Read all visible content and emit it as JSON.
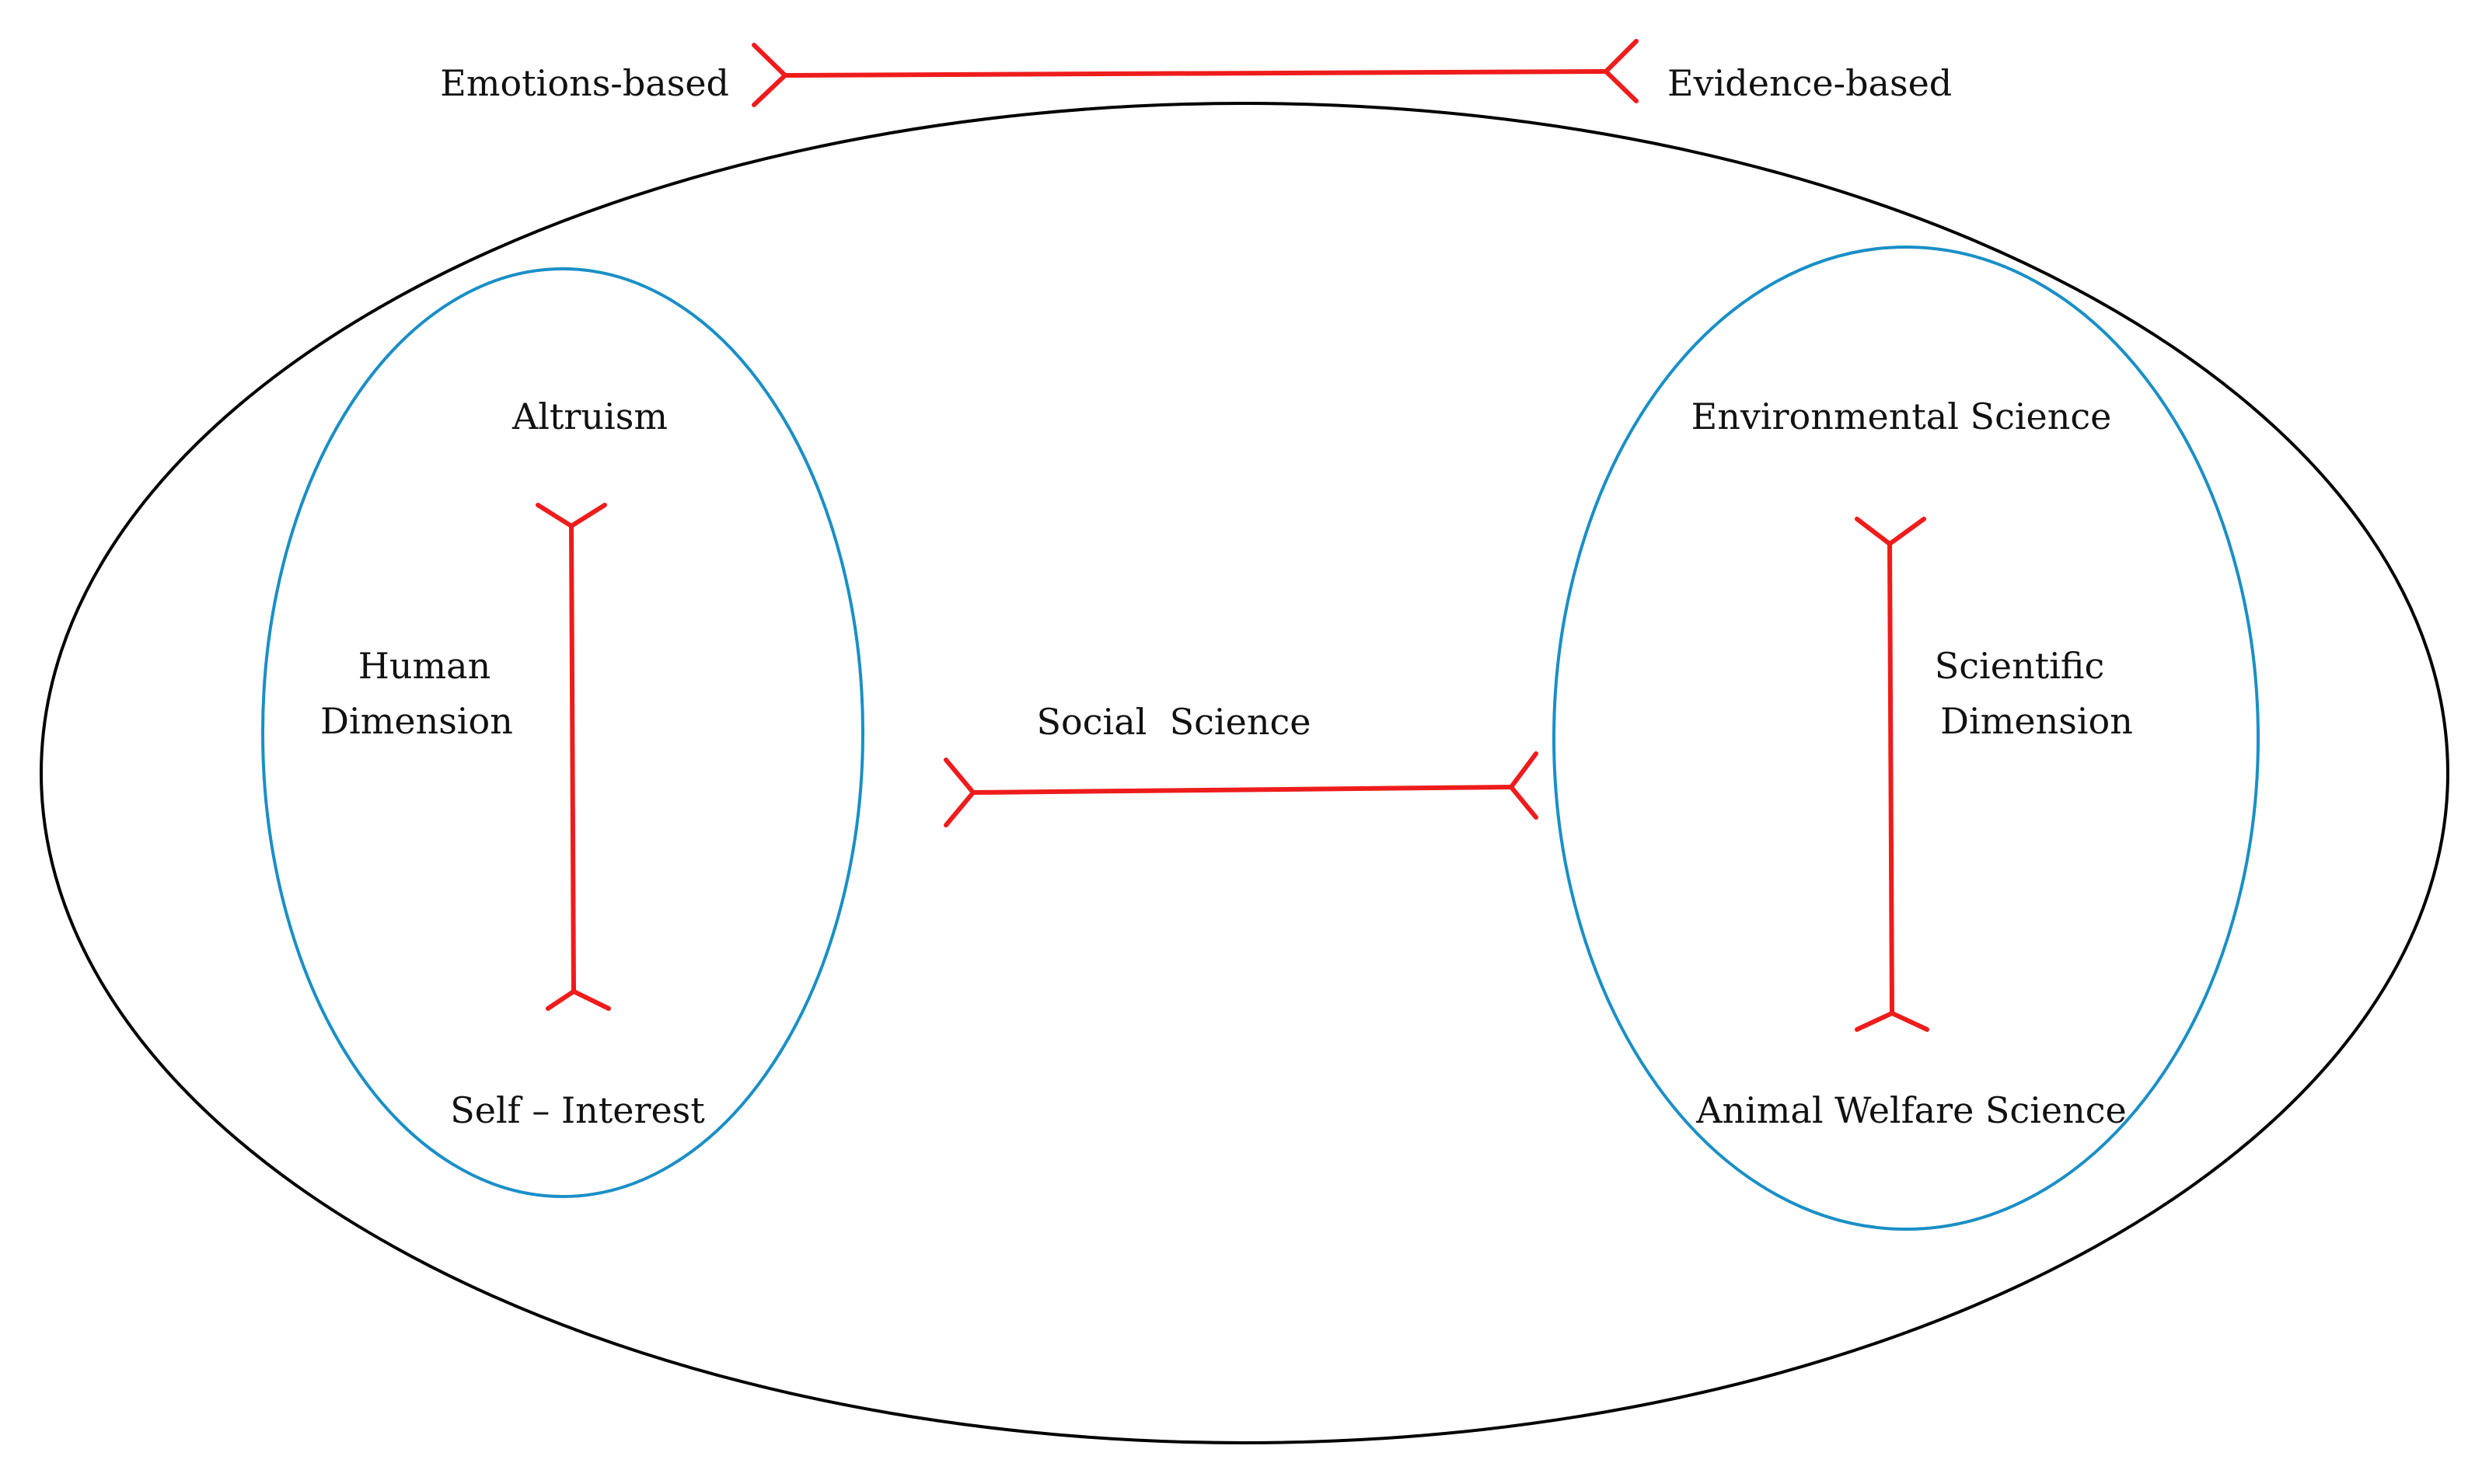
{
  "colors": {
    "outer_outline": "#000000",
    "inner_outline": "#1a8fc6",
    "arrow": "#ee1c1c",
    "text": "#111111"
  },
  "top_axis": {
    "left_label": "Emotions-based",
    "right_label": "Evidence-based"
  },
  "human_dimension": {
    "top_label": "Altruism",
    "name_line1": "Human",
    "name_line2": "Dimension",
    "bottom_label": "Self – Interest"
  },
  "middle_axis": {
    "label": "Social  Science"
  },
  "scientific_dimension": {
    "top_label": "Environmental Science",
    "name_line1": "Scientific",
    "name_line2": "Dimension",
    "bottom_label": "Animal Welfare Science"
  }
}
